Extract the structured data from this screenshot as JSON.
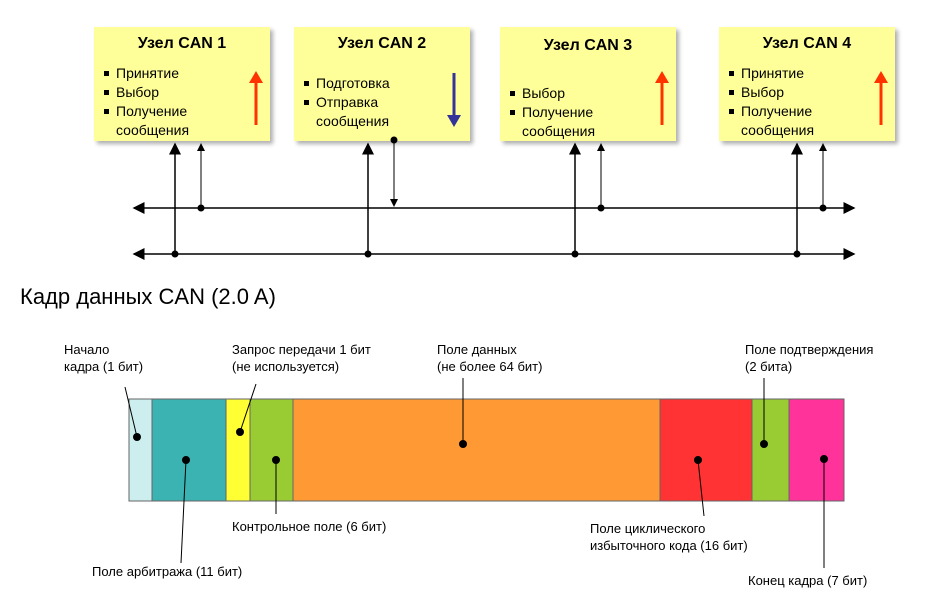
{
  "nodes": [
    {
      "title": "Узел CAN 1",
      "items": [
        "Принятие",
        "Выбор",
        "Получение сообщения"
      ],
      "direction": "up",
      "arrow_color": "#ff3300"
    },
    {
      "title": "Узел CAN 2",
      "items": [
        "Подготовка",
        "Отправка сообщения"
      ],
      "direction": "down",
      "arrow_color": "#333399"
    },
    {
      "title": "Узел CAN 3",
      "items": [
        "Выбор",
        "Получение сообщения"
      ],
      "direction": "up",
      "arrow_color": "#ff3300"
    },
    {
      "title": "Узел CAN 4",
      "items": [
        "Принятие",
        "Выбор",
        "Получение сообщения"
      ],
      "direction": "up",
      "arrow_color": "#ff3300"
    }
  ],
  "frame": {
    "title": "Кадр данных CAN (2.0 A)",
    "segments": [
      {
        "name": "start",
        "color": "#cceeee"
      },
      {
        "name": "arbitration",
        "color": "#3bb3b3"
      },
      {
        "name": "rtr",
        "color": "#ffff33"
      },
      {
        "name": "control",
        "color": "#99cc33"
      },
      {
        "name": "data",
        "color": "#ff9933"
      },
      {
        "name": "crc",
        "color": "#ff3333"
      },
      {
        "name": "ack",
        "color": "#99cc33"
      },
      {
        "name": "end",
        "color": "#ff3399"
      }
    ],
    "labels": {
      "start": [
        "Начало",
        "кадра (1 бит)"
      ],
      "rtr": [
        "Запрос передачи 1 бит",
        "(не используется)"
      ],
      "data": [
        "Поле данных",
        "(не более 64 бит)"
      ],
      "ack": [
        "Поле подтверждения",
        "(2 бита)"
      ],
      "control": [
        "Контрольное поле (6 бит)"
      ],
      "crc": [
        "Поле циклического",
        "избыточного кода (16 бит)"
      ],
      "arbitration": [
        "Поле арбитража (11 бит)"
      ],
      "end": [
        "Конец кадра (7 бит)"
      ]
    }
  }
}
